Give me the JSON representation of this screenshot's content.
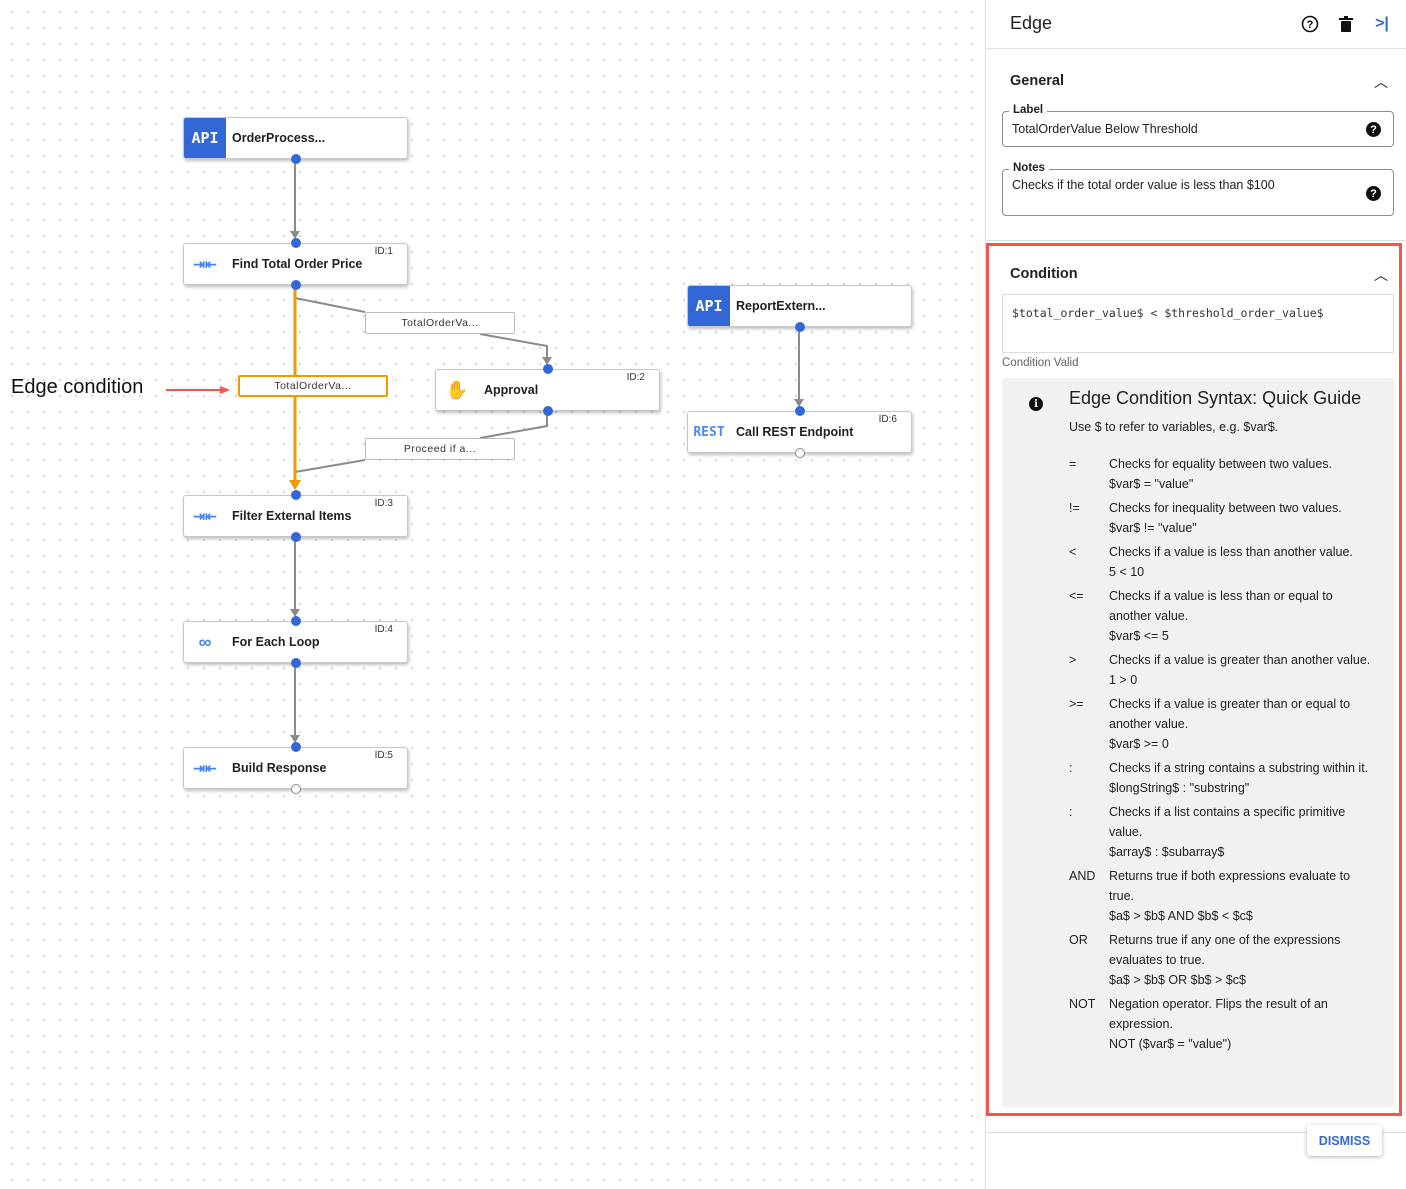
{
  "canvas": {
    "annotation": "Edge condition",
    "nodes": [
      {
        "name": "OrderProcess...",
        "icon": "api-icon",
        "icon_text": "API",
        "id": ""
      },
      {
        "name": "Find Total Order Price",
        "icon": "data-mapping-icon",
        "id": "ID:1"
      },
      {
        "name": "Approval",
        "icon": "hand-icon",
        "id": "ID:2"
      },
      {
        "name": "Filter External Items",
        "icon": "data-mapping-icon",
        "id": "ID:3"
      },
      {
        "name": "For Each Loop",
        "icon": "loop-icon",
        "id": "ID:4"
      },
      {
        "name": "Build Response",
        "icon": "data-mapping-icon",
        "id": "ID:5"
      },
      {
        "name": "ReportExtern...",
        "icon": "api-icon",
        "icon_text": "API",
        "id": ""
      },
      {
        "name": "Call REST Endpoint",
        "icon": "rest-icon",
        "icon_text": "REST",
        "id": "ID:6"
      }
    ],
    "edge_labels": [
      "TotalOrderVa...",
      "TotalOrderVa...",
      "Proceed if a..."
    ],
    "colors": {
      "selected_edge": "#f29900",
      "port": "#3367d6",
      "annotation": "#f4574a"
    }
  },
  "panel": {
    "title": "Edge",
    "general": {
      "title": "General",
      "label_legend": "Label",
      "label_value": "TotalOrderValue Below Threshold",
      "notes_legend": "Notes",
      "notes_value": "Checks if the total order value is less than $100"
    },
    "condition": {
      "title": "Condition",
      "expression": "$total_order_value$ < $threshold_order_value$",
      "status": "Condition Valid"
    },
    "guide": {
      "title": "Edge Condition Syntax: Quick Guide",
      "subtitle": "Use $ to refer to variables, e.g. $var$.",
      "rows": [
        {
          "op": "=",
          "desc": "Checks for equality between two values.",
          "example": "$var$ = \"value\""
        },
        {
          "op": "!=",
          "desc": "Checks for inequality between two values.",
          "example": "$var$ != \"value\""
        },
        {
          "op": "<",
          "desc": "Checks if a value is less than another value.",
          "example": "5 < 10"
        },
        {
          "op": "<=",
          "desc": "Checks if a value is less than or equal to another value.",
          "example": "$var$ <= 5"
        },
        {
          "op": ">",
          "desc": "Checks if a value is greater than another value.",
          "example": "1 > 0"
        },
        {
          "op": ">=",
          "desc": "Checks if a value is greater than or equal to another value.",
          "example": "$var$ >= 0"
        },
        {
          "op": ":",
          "desc": "Checks if a string contains a substring within it.",
          "example": "$longString$ : \"substring\""
        },
        {
          "op": ":",
          "desc": "Checks if a list contains a specific primitive value.",
          "example": "$array$ : $subarray$"
        },
        {
          "op": "AND",
          "desc": "Returns true if both expressions evaluate to true.",
          "example": "$a$ > $b$ AND $b$ < $c$"
        },
        {
          "op": "OR",
          "desc": "Returns true if any one of the expressions evaluates to true.",
          "example": "$a$ > $b$ OR $b$ > $c$"
        },
        {
          "op": "NOT",
          "desc": "Negation operator. Flips the result of an expression.",
          "example": "NOT ($var$ = \"value\")"
        }
      ]
    },
    "dismiss": "DISMISS"
  }
}
